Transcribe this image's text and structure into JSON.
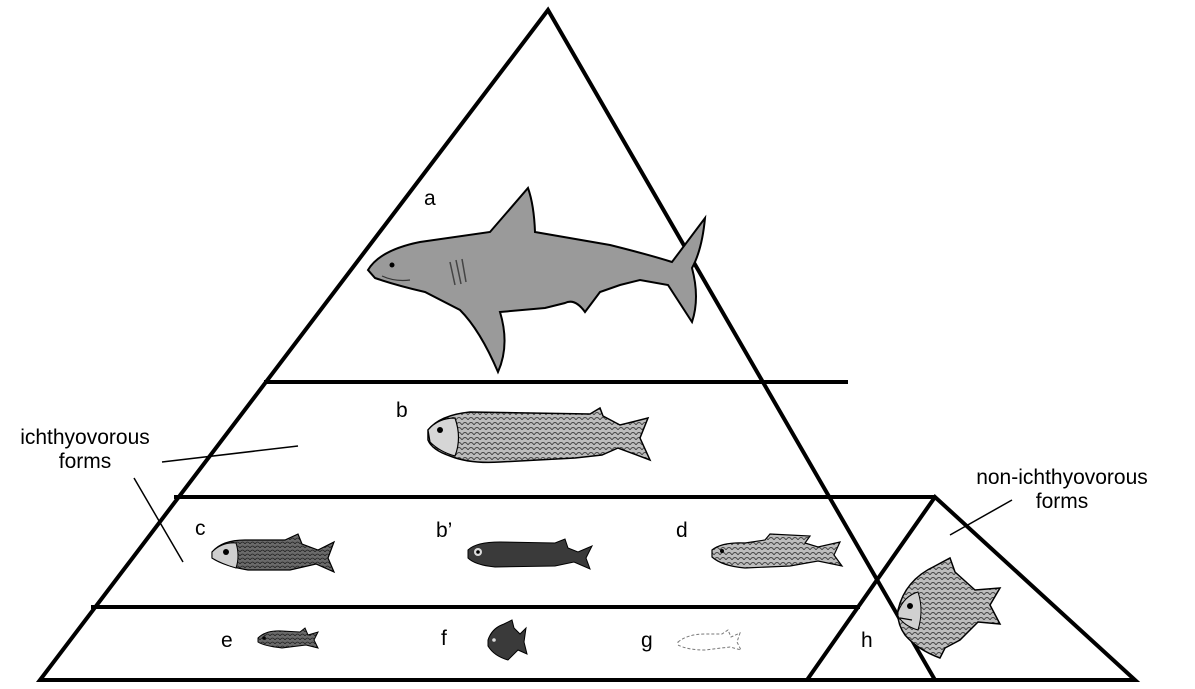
{
  "diagram": {
    "labels": {
      "a": "a",
      "b": "b",
      "b_prime": "b’",
      "c": "c",
      "d": "d",
      "e": "e",
      "f": "f",
      "g": "g",
      "h": "h"
    },
    "captions": {
      "ichthyovorous_line1": "ichthyovorous",
      "ichthyovorous_line2": "forms",
      "non_ichthyovorous_line1": "non-ichthyovorous",
      "non_ichthyovorous_line2": "forms"
    },
    "colors": {
      "outline": "#000000",
      "shark": "#9a9a9a",
      "fish_dark": "#5a5a5a",
      "fish_mid": "#8a8a8a",
      "background": "#ffffff"
    }
  }
}
